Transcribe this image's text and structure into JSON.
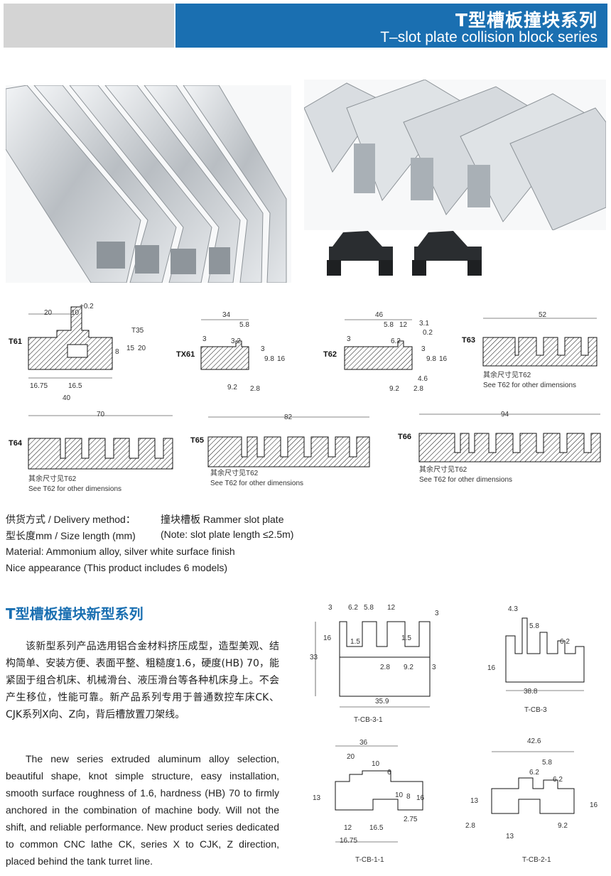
{
  "header": {
    "title_zh": "T型槽板撞块系列",
    "title_en": "T–slot plate collision block series"
  },
  "profiles": {
    "T61": {
      "label": "T61",
      "dims": [
        "20",
        "10",
        "+0.2",
        "T35",
        "8",
        "15",
        "20",
        "16.75",
        "16.5",
        "40"
      ]
    },
    "TX61": {
      "label": "TX61",
      "dims": [
        "34",
        "5.8",
        "3",
        "3.2",
        "3",
        "9.8",
        "16",
        "9.2",
        "2.8"
      ]
    },
    "T62": {
      "label": "T62",
      "dims": [
        "46",
        "3.1",
        "5.8",
        "12",
        "0.2",
        "3",
        "6.2",
        "3",
        "9.8",
        "16",
        "4.6",
        "9.2",
        "2.8"
      ]
    },
    "T63": {
      "label": "T63",
      "dims": [
        "52"
      ],
      "note_zh": "其余尺寸见T62",
      "note_en": "See T62 for other dimensions"
    },
    "T64": {
      "label": "T64",
      "dims": [
        "70"
      ],
      "note_zh": "其余尺寸见T62",
      "note_en": "See T62 for other dimensions"
    },
    "T65": {
      "label": "T65",
      "dims": [
        "82"
      ],
      "note_zh": "其余尺寸见T62",
      "note_en": "See T62 for other dimensions"
    },
    "T66": {
      "label": "T66",
      "dims": [
        "94"
      ],
      "note_zh": "其余尺寸见T62",
      "note_en": "See T62 for other dimensions"
    }
  },
  "delivery": {
    "line1_label": "供货方式 / Delivery method：",
    "line1_value": "撞块槽板 Rammer slot plate",
    "line2_label": "型长度mm / Size length (mm)",
    "line2_value": "(Note: slot plate length ≤2.5m)",
    "line3": "Material: Ammonium alloy, silver white surface finish",
    "line4": "Nice appearance (This product includes 6 models)"
  },
  "new_series": {
    "title": "T型槽板撞块新型系列",
    "desc_zh": "该新型系列产品选用铝合金材料挤压成型，造型美观、结构简单、安装方便、表面平整、粗糙度1.6，硬度(HB) 70，能紧固于组合机床、机械滑台、液压滑台等各种机床身上。不会产生移位，性能可靠。新产品系列专用于普通数控车床CK、CJK系列X向、Z向，背后槽放置刀架线。",
    "desc_en": "The new series extruded aluminum alloy selection, beautiful shape, knot simple structure, easy installation, smooth surface roughness of 1.6, hardness (HB) 70 to firmly anchored in the combination of machine body. Will not the shift, and reliable performance. New product series dedicated to common CNC lathe CK, series X to CJK, Z direction, placed behind the tank turret line."
  },
  "drawings": {
    "TCB31": {
      "label": "T-CB-3-1",
      "dims": [
        "3",
        "6.2",
        "5.8",
        "12",
        "3",
        "16",
        "1.5",
        "1.5",
        "33",
        "2.8",
        "9.2",
        "3",
        "35.9"
      ]
    },
    "TCB3": {
      "label": "T-CB-3",
      "dims": [
        "4.3",
        "5.8",
        "6.2",
        "16",
        "38.8"
      ]
    },
    "TCB11": {
      "label": "T-CB-1-1",
      "dims": [
        "36",
        "20",
        "10",
        "6",
        "13",
        "10",
        "8",
        "16",
        "12",
        "16.5",
        "2.75",
        "16.75"
      ]
    },
    "TCB21": {
      "label": "T-CB-2-1",
      "dims": [
        "42.6",
        "5.8",
        "6.2",
        "6.2",
        "13",
        "16",
        "2.8",
        "9.2",
        "13"
      ]
    }
  },
  "colors": {
    "brand_blue": "#1a6fb1",
    "header_gray": "#d4d4d4",
    "aluminum": "#c9cdd1"
  }
}
